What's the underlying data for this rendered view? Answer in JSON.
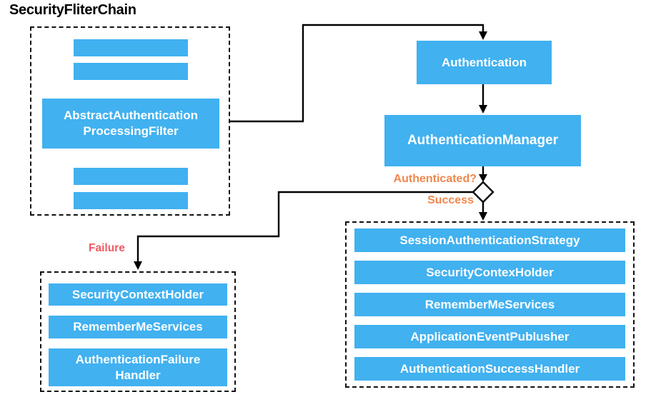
{
  "title": "SecurityFliterChain",
  "colors": {
    "box_blue": "#41B1F0",
    "label_orange": "#F0874D",
    "label_red": "#F05A62",
    "line_black": "#000000"
  },
  "filter_chain_panel": {
    "main_filter": "AbstractAuthentication\nProcessingFilter",
    "placeholder_bars": 4
  },
  "flow": {
    "authentication": "Authentication",
    "authentication_manager": "AuthenticationManager",
    "decision_label": "Authenticated?",
    "success_label": "Success",
    "failure_label": "Failure"
  },
  "success_panel": {
    "items": [
      "SessionAuthenticationStrategy",
      "SecurityContexHolder",
      "RememberMeServices",
      "ApplicationEventPublusher",
      "AuthenticationSuccessHandler"
    ]
  },
  "failure_panel": {
    "items": [
      "SecurityContextHolder",
      "RememberMeServices",
      "AuthenticationFailure\nHandler"
    ]
  }
}
